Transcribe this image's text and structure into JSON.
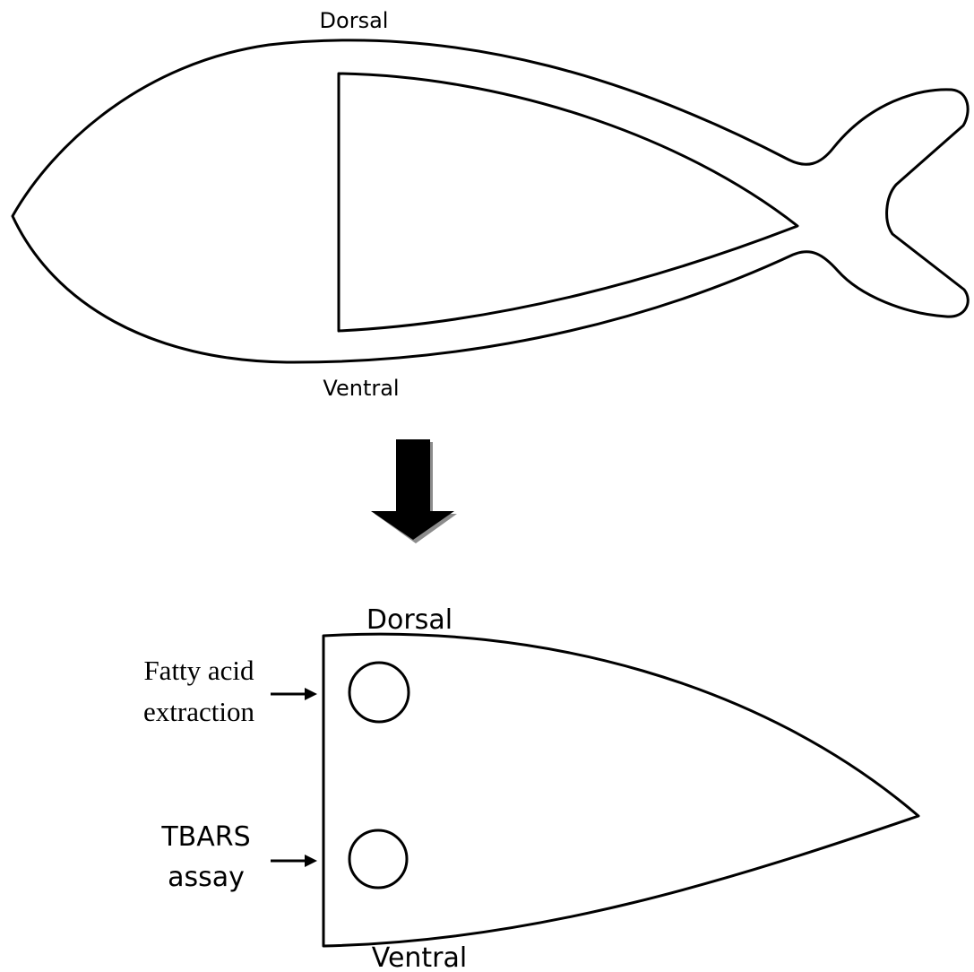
{
  "whole_fish": {
    "dorsal_label": "Dorsal",
    "ventral_label": "Ventral"
  },
  "fillet": {
    "dorsal_label": "Dorsal",
    "ventral_label": "Ventral",
    "sample_sites": [
      {
        "label_lines": [
          "Fatty acid",
          "extraction"
        ]
      },
      {
        "label_lines": [
          "TBARS",
          "assay"
        ]
      }
    ]
  },
  "colors": {
    "stroke": "#000000",
    "background": "#ffffff",
    "arrow_shadow": "#8c8c8c"
  }
}
